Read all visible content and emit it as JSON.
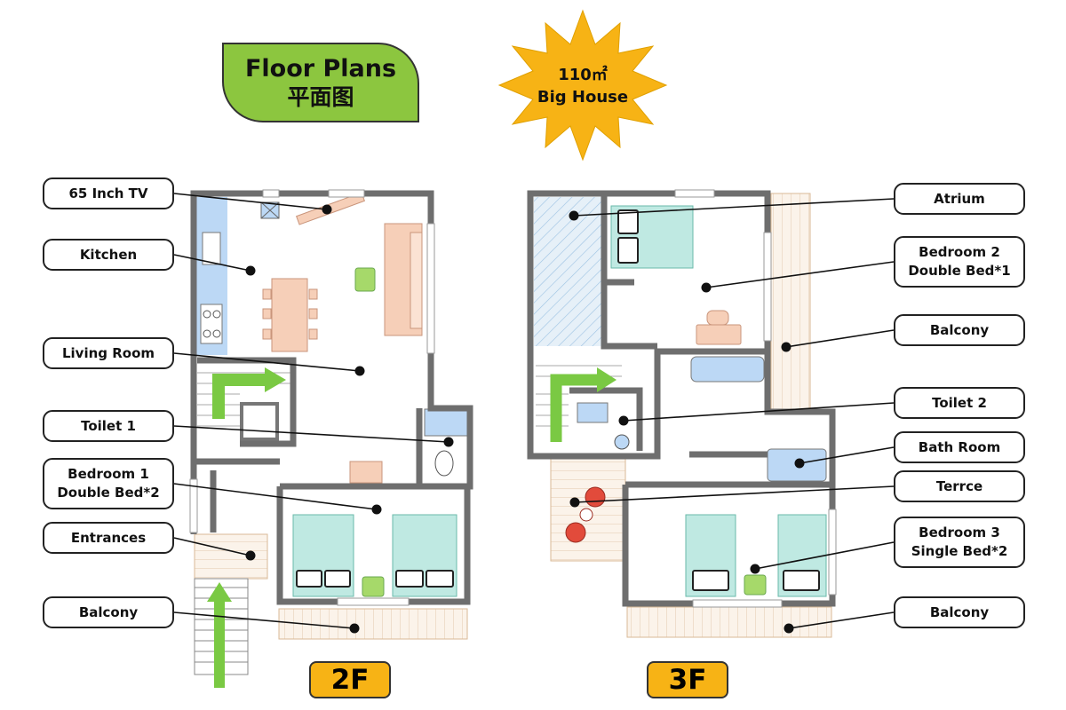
{
  "title": {
    "line1": "Floor Plans",
    "line2": "平面图"
  },
  "badge": {
    "line1": "110㎡",
    "line2": "Big House"
  },
  "floors": [
    {
      "label": "2F",
      "callouts": [
        {
          "key": "tv",
          "lines": [
            "65 Inch TV"
          ]
        },
        {
          "key": "kitchen",
          "lines": [
            "Kitchen"
          ]
        },
        {
          "key": "living",
          "lines": [
            "Living Room"
          ]
        },
        {
          "key": "toilet1",
          "lines": [
            "Toilet 1"
          ]
        },
        {
          "key": "bedroom1",
          "lines": [
            "Bedroom 1",
            "Double Bed*2"
          ]
        },
        {
          "key": "entrance",
          "lines": [
            "Entrances"
          ]
        },
        {
          "key": "balcony2f",
          "lines": [
            "Balcony"
          ]
        }
      ]
    },
    {
      "label": "3F",
      "callouts": [
        {
          "key": "atrium",
          "lines": [
            "Atrium"
          ]
        },
        {
          "key": "bedroom2",
          "lines": [
            "Bedroom 2",
            "Double Bed*1"
          ]
        },
        {
          "key": "balcony3f_side",
          "lines": [
            "Balcony"
          ]
        },
        {
          "key": "toilet2",
          "lines": [
            "Toilet 2"
          ]
        },
        {
          "key": "bathroom",
          "lines": [
            "Bath Room"
          ]
        },
        {
          "key": "terrace",
          "lines": [
            "Terrce"
          ]
        },
        {
          "key": "bedroom3",
          "lines": [
            "Bedroom 3",
            "Single Bed*2"
          ]
        },
        {
          "key": "balcony3f",
          "lines": [
            "Balcony"
          ]
        }
      ]
    }
  ],
  "colors": {
    "title": "#8cc63f",
    "star": "#f7b315",
    "floor_tag": "#f7b315",
    "wall": "#6e6e6e",
    "bed": "#bfe9e2",
    "sofa": "#f6cfb8",
    "kitchen": "#bcd8f5",
    "atrium": "#cfe3f3",
    "wood": "#f4e5d3",
    "arrow": "#7ac943",
    "chair": "#e24b3b",
    "plant": "#a6d96a"
  }
}
